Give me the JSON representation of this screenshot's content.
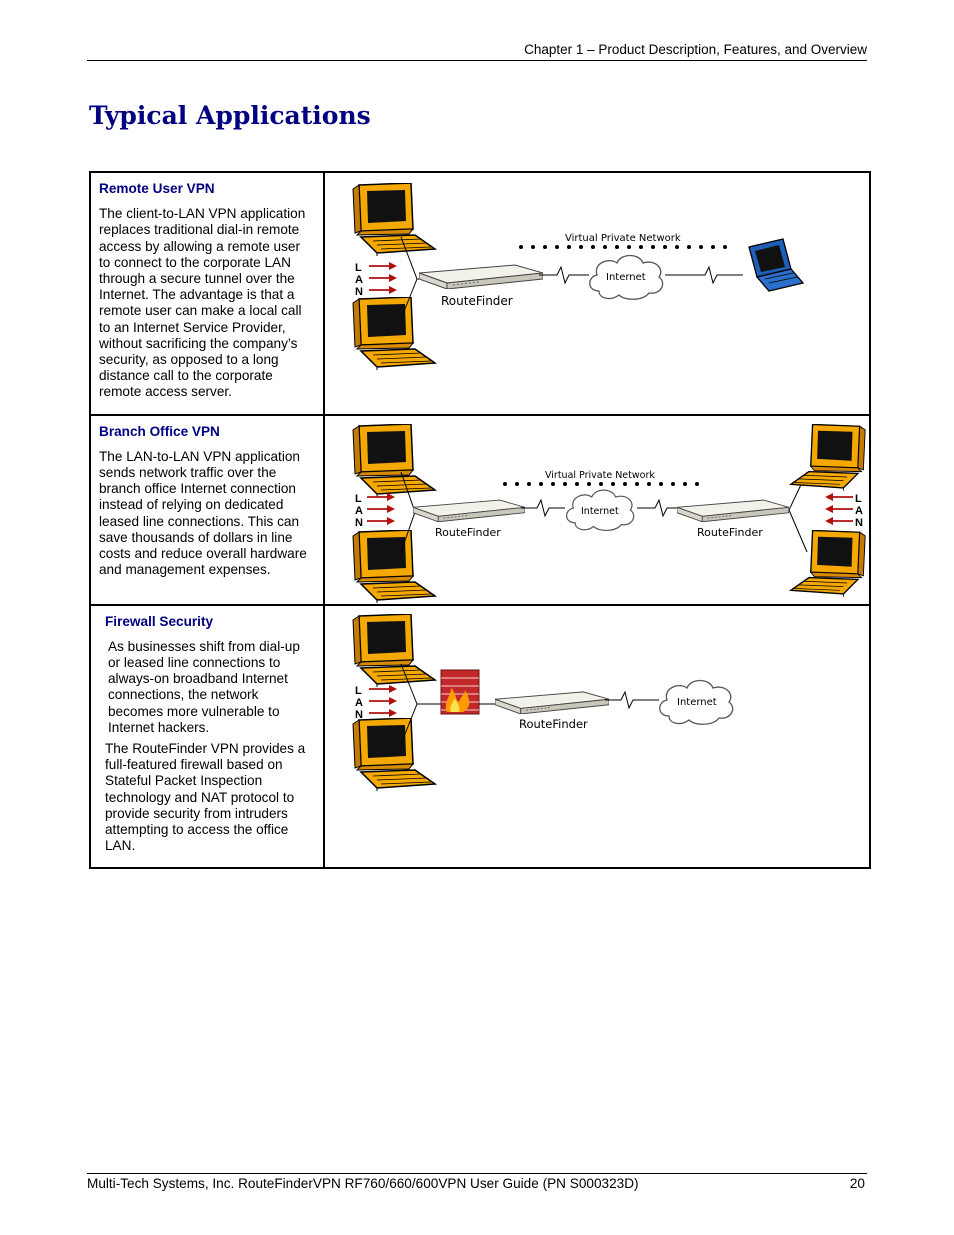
{
  "header": {
    "chapter": "Chapter 1 – Product Description, Features, and Overview"
  },
  "page_title": "Typical Applications",
  "rows": [
    {
      "title": "Remote User VPN",
      "paragraphs": [
        "The client-to-LAN VPN application replaces traditional dial-in remote access by allowing a remote user to connect to the corporate LAN through a secure tunnel over the Internet. The advantage is that a remote user can make a local call to an Internet Service Provider, without sacrificing the company’s security, as opposed to a long distance call to the corporate remote access server."
      ],
      "figure": {
        "vpn_label": "Virtual Private Network",
        "internet_label": "Internet",
        "router_label": "RouteFinder",
        "lan_letters": [
          "L",
          "A",
          "N"
        ]
      }
    },
    {
      "title": "Branch Office VPN",
      "paragraphs": [
        "The LAN-to-LAN VPN application sends network traffic over the branch office Internet connection instead of relying on dedicated leased line connections. This can save thousands of dollars in line costs and reduce overall hardware and management expenses."
      ],
      "figure": {
        "vpn_label": "Virtual Private Network",
        "internet_label": "Internet",
        "router_left_label": "RouteFinder",
        "router_right_label": "RouteFinder",
        "lan_letters": [
          "L",
          "A",
          "N"
        ]
      }
    },
    {
      "title": "Firewall Security",
      "paragraphs": [
        "As businesses shift from dial-up or leased line connections to always-on broadband Internet connections, the network becomes more vulnerable to Internet hackers.",
        "The RouteFinder VPN provides a full-featured firewall based on Stateful Packet Inspection technology and NAT protocol to provide security from intruders attempting to access the office LAN."
      ],
      "figure": {
        "internet_label": "Internet",
        "router_label": "RouteFinder",
        "lan_letters": [
          "L",
          "A",
          "N"
        ]
      }
    }
  ],
  "footer": {
    "text": "Multi-Tech Systems, Inc. RouteFinderVPN RF760/660/600VPN User Guide (PN S000323D)",
    "page_number": "20"
  },
  "colors": {
    "title_blue": "#000080",
    "computer_orange": "#f5a800",
    "laptop_blue": "#1e5fb8",
    "arrow_red": "#b01010"
  }
}
